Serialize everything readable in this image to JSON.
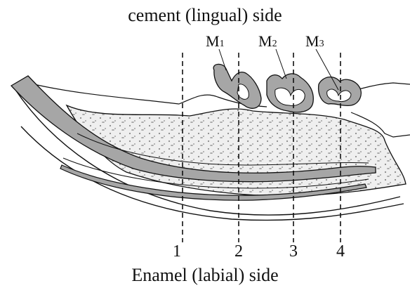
{
  "top_label": "cement (lingual) side",
  "bottom_label": "Enamel (labial) side",
  "molars": [
    {
      "letter": "M",
      "index": "1"
    },
    {
      "letter": "M",
      "index": "2"
    },
    {
      "letter": "M",
      "index": "3"
    }
  ],
  "section_lines": [
    "1",
    "2",
    "3",
    "4"
  ],
  "colors": {
    "tooth_fill": "#a6a6a6",
    "bone_fill": "#e9e9e9",
    "ink": "#111111"
  }
}
